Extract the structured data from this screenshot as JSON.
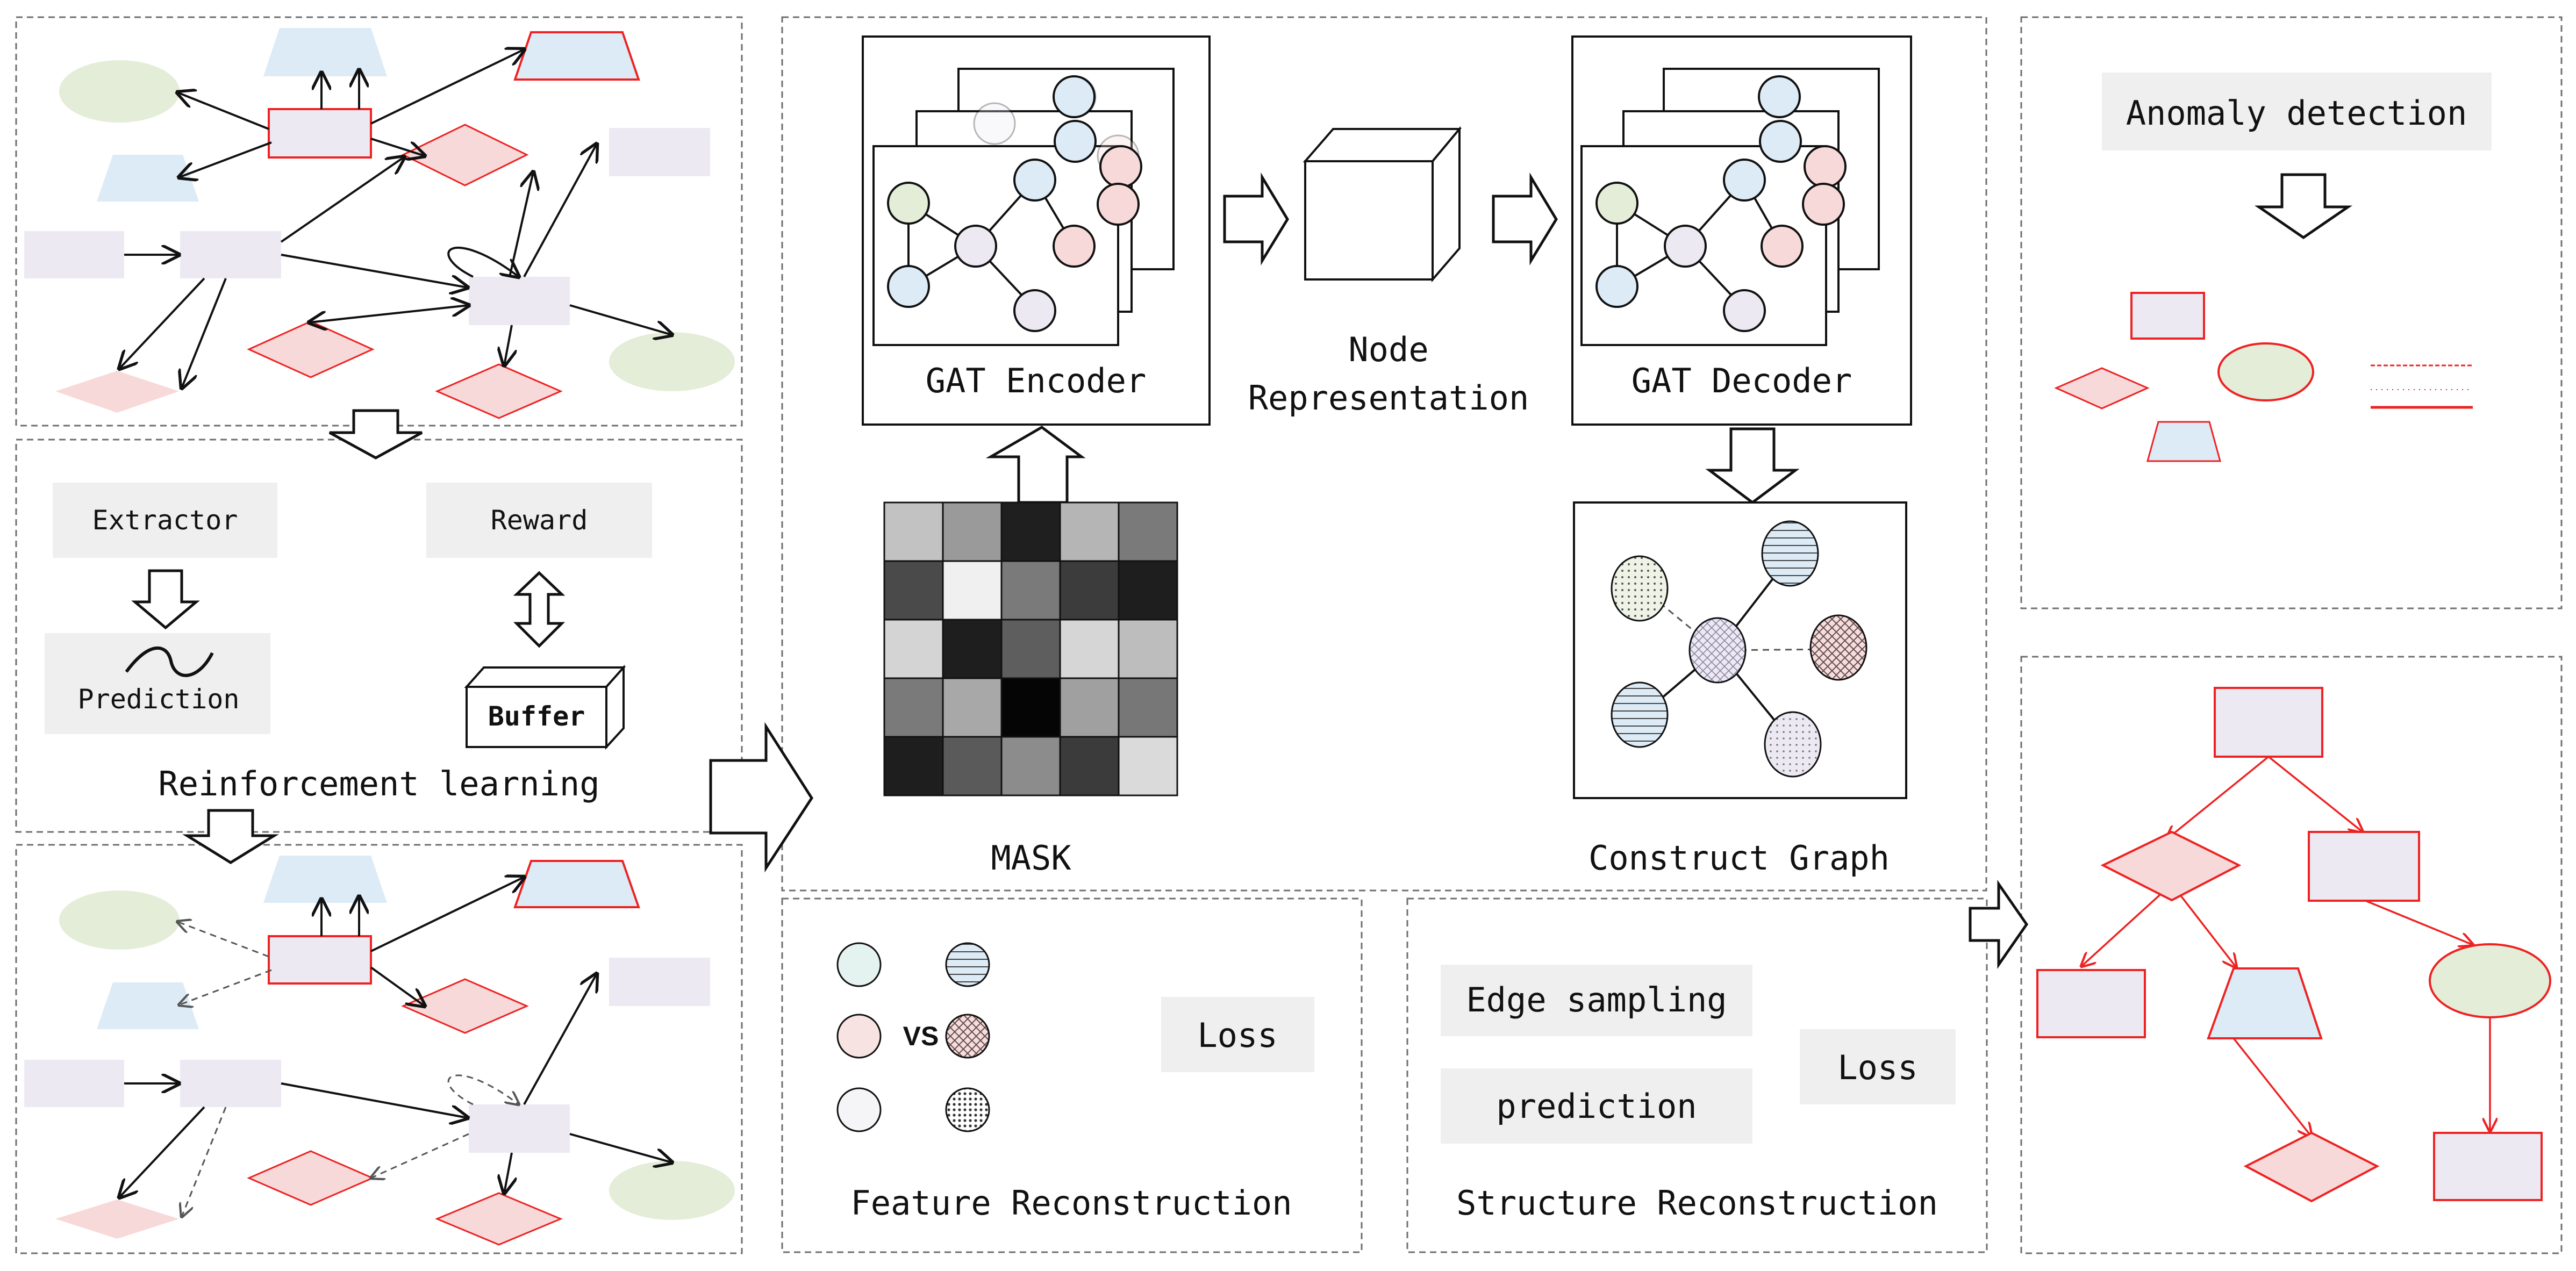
{
  "labels": {
    "extractor": "Extractor",
    "reward": "Reward",
    "prediction_rl": "Prediction",
    "buffer": "Buffer",
    "reinforcement_learning": "Reinforcement learning",
    "gat_encoder": "GAT Encoder",
    "node_rep_line1": "Node",
    "node_rep_line2": "Representation",
    "gat_decoder": "GAT Decoder",
    "mask": "MASK",
    "construct_graph": "Construct Graph",
    "vs": "VS",
    "loss_feature": "Loss",
    "feature_reconstruction": "Feature Reconstruction",
    "edge_sampling": "Edge sampling",
    "prediction_struct": "prediction",
    "loss_structure": "Loss",
    "structure_reconstruction": "Structure Reconstruction",
    "anomaly_detection": "Anomaly detection"
  },
  "mask_matrix": [
    [
      "#c2c2c2",
      "#9a9a9a",
      "#1f1f1f",
      "#b5b5b5",
      "#7a7a7a"
    ],
    [
      "#4a4a4a",
      "#f0f0f0",
      "#7a7a7a",
      "#3c3c3c",
      "#1e1e1e"
    ],
    [
      "#d4d4d4",
      "#1e1e1e",
      "#5e5e5e",
      "#d6d6d6",
      "#bdbdbd"
    ],
    [
      "#7a7a7a",
      "#a8a8a8",
      "#050505",
      "#a0a0a0",
      "#777777"
    ],
    [
      "#1e1e1e",
      "#5a5a5a",
      "#8c8c8c",
      "#3b3b3b",
      "#dadada"
    ]
  ],
  "colors": {
    "green_node": "#e3edd8",
    "blue_node": "#dcebf6",
    "lavender_node": "#ece9f3",
    "pink_node": "#f8d9d9",
    "anomaly_red": "#ee2222",
    "label_box": "#efefef"
  }
}
